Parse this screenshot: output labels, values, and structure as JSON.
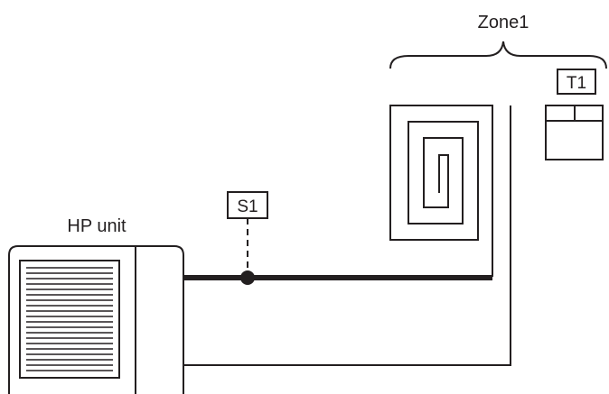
{
  "labels": {
    "zone": "Zone1",
    "hp_unit": "HP unit",
    "sensor": "S1",
    "thermostat": "T1"
  },
  "colors": {
    "line": "#231f20",
    "background": "#ffffff"
  },
  "icons": {
    "heat_pump": "heat-pump-unit-icon",
    "floor_loop": "underfloor-heating-loop-icon",
    "thermostat": "room-thermostat-icon",
    "sensor_point": "sensor-dot-icon"
  }
}
